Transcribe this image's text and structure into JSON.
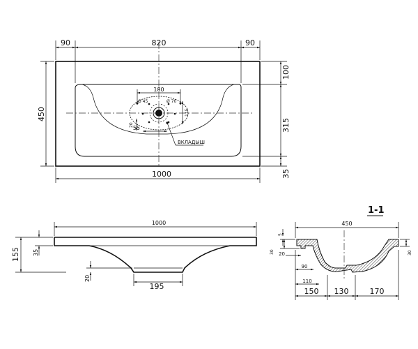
{
  "top_view": {
    "dim_top_left": "90",
    "dim_top_middle": "820",
    "dim_top_right": "90",
    "dim_left_height": "450",
    "dim_right_100": "100",
    "dim_right_315": "315",
    "dim_right_35": "35",
    "dim_bottom_width": "1000",
    "drain_180": "180",
    "drain_d45": "Ø 45",
    "drain_d70": "Ø 70",
    "drain_115": "115",
    "drain_20": "20",
    "drain_55": "55",
    "insert_label": "ВКЛАДЫШ"
  },
  "front_view": {
    "dim_width": "1000",
    "dim_height": "155",
    "dim_35": "35",
    "dim_20": "20",
    "dim_195": "195"
  },
  "section_view": {
    "title": "1-1",
    "dim_450": "450",
    "dim_5": "5",
    "dim_30_left": "30",
    "dim_30_right": "30",
    "dim_20": "20",
    "dim_90": "90",
    "dim_110": "110",
    "dim_150": "150",
    "dim_130": "130",
    "dim_170": "170"
  }
}
